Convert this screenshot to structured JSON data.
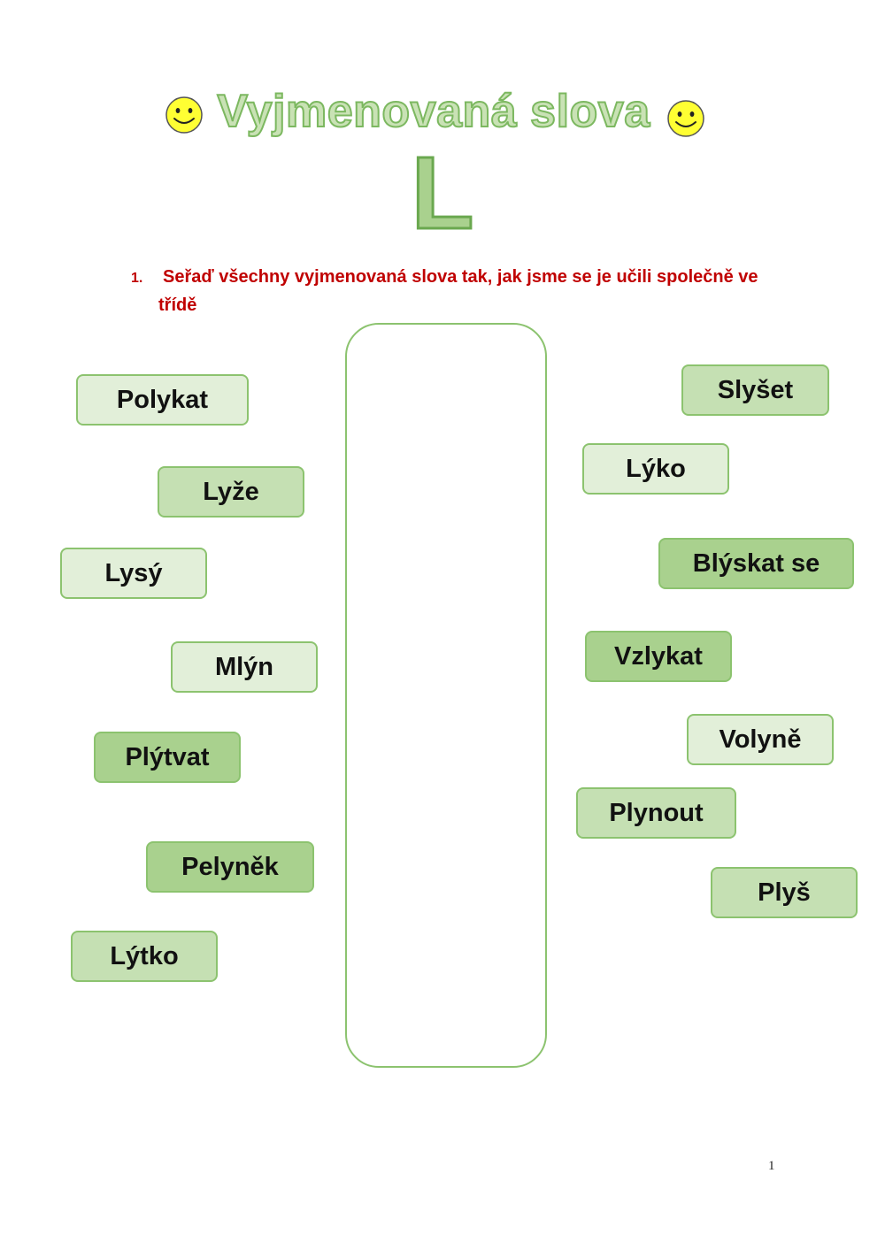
{
  "title": "Vyjmenovaná slova",
  "letter": "L",
  "task": {
    "number": "1.",
    "line1": "Seřaď všechny vyjmenovaná slova tak, jak jsme se je učili společně ve",
    "line2": "třídě"
  },
  "words_left": [
    {
      "label": "Polykat",
      "shade": "light"
    },
    {
      "label": "Lyže",
      "shade": "mid"
    },
    {
      "label": "Lysý",
      "shade": "light"
    },
    {
      "label": "Mlýn",
      "shade": "light"
    },
    {
      "label": "Plýtvat",
      "shade": "dark"
    },
    {
      "label": "Pelyněk",
      "shade": "dark"
    },
    {
      "label": "Lýtko",
      "shade": "mid"
    }
  ],
  "words_right": [
    {
      "label": "Slyšet",
      "shade": "mid"
    },
    {
      "label": "Lýko",
      "shade": "light"
    },
    {
      "label": "Blýskat se",
      "shade": "dark"
    },
    {
      "label": "Vzlykat",
      "shade": "dark"
    },
    {
      "label": "Volyně",
      "shade": "light"
    },
    {
      "label": "Plynout",
      "shade": "mid"
    },
    {
      "label": "Plyš",
      "shade": "mid"
    }
  ],
  "page_number": "1",
  "icons": {
    "smiley": "smiley-face-icon"
  },
  "colors": {
    "title_fill": "#c9e2b5",
    "title_outline": "#7cb860",
    "instruction": "#c00000",
    "card_light": "#e2efd9",
    "card_mid": "#c5e0b3",
    "card_dark": "#a9d18e",
    "border": "#8cc36f"
  }
}
